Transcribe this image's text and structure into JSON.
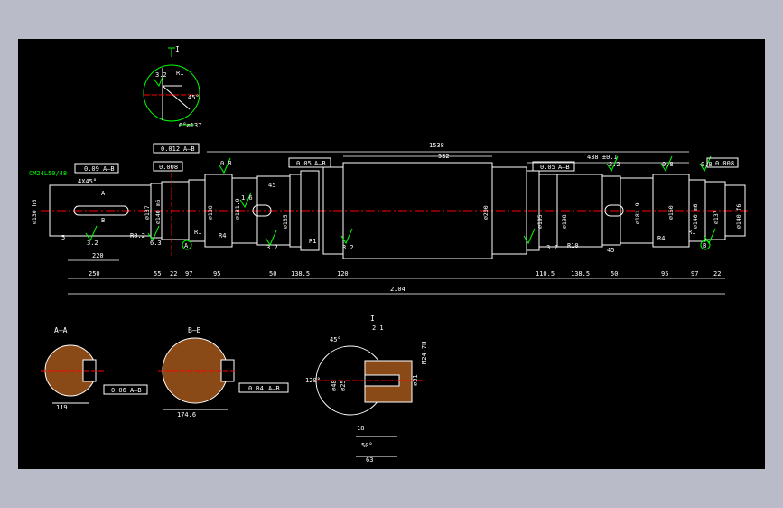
{
  "view": {
    "detail_label": "I",
    "detail_scale": "2:1",
    "section_aa": "A—A",
    "section_bb": "B—B"
  },
  "annotations": {
    "overall_length": "2104",
    "dim_1538": "1538",
    "dim_532": "532",
    "dim_438": "438 ±0.1",
    "chamfer_4x45": "4X45°",
    "thread": "CM24L50/48",
    "d130": "⌀130 h6",
    "d137": "⌀137",
    "d140m6": "⌀140 m6",
    "d180": "⌀180",
    "d181": "⌀181.9",
    "d185": "⌀185",
    "d200": "⌀200",
    "d195": "⌀195",
    "d198": "⌀198",
    "d181r": "⌀181.9",
    "d160": "⌀160",
    "d140m6r": "⌀140 m6",
    "d137r": "⌀137",
    "d140r": "⌀140 f6",
    "len_220": "220",
    "len_250": "250",
    "len_55": "55",
    "len_22": "22",
    "len_97": "97",
    "len_95": "95",
    "len_50": "50",
    "len_1385": "138.5",
    "len_120": "120",
    "len_1105": "110.5",
    "len_1385b": "138.5",
    "len_50b": "50",
    "len_95b": "95",
    "len_97b": "97",
    "len_22b": "22",
    "len_45": "45",
    "len_45b": "45",
    "len_5": "5",
    "r4": "R4",
    "r1": "R1",
    "r10": "R10",
    "r02": "R0.2",
    "r1b": "R1",
    "rough_32": "3.2",
    "rough_16": "1.6",
    "rough_08": "0.8",
    "rough_63": "6.3",
    "tol_009": "0.09",
    "tol_0012": "0.012",
    "tol_0008": "0.008",
    "tol_005": "0.05",
    "tol_005b": "0.05",
    "tol_0008b": "0.008",
    "tol_006": "0.06",
    "tol_004": "0.04",
    "datum_ab": "A—B",
    "datum_a": "A",
    "datum_b": "B",
    "aa_119": "119",
    "bb_1746": "174.6",
    "detail_45": "45°",
    "detail_120": "120°",
    "detail_18": "18",
    "detail_50": "50°",
    "detail_63": "63",
    "detail_m24": "M24-7H",
    "detail_d31": "⌀31",
    "detail_d48": "⌀48",
    "detail_d25": "⌀25",
    "i_r1": "R1",
    "i_45": "45°",
    "i_6x137": "6°⌀137",
    "i_32": "3.2"
  }
}
